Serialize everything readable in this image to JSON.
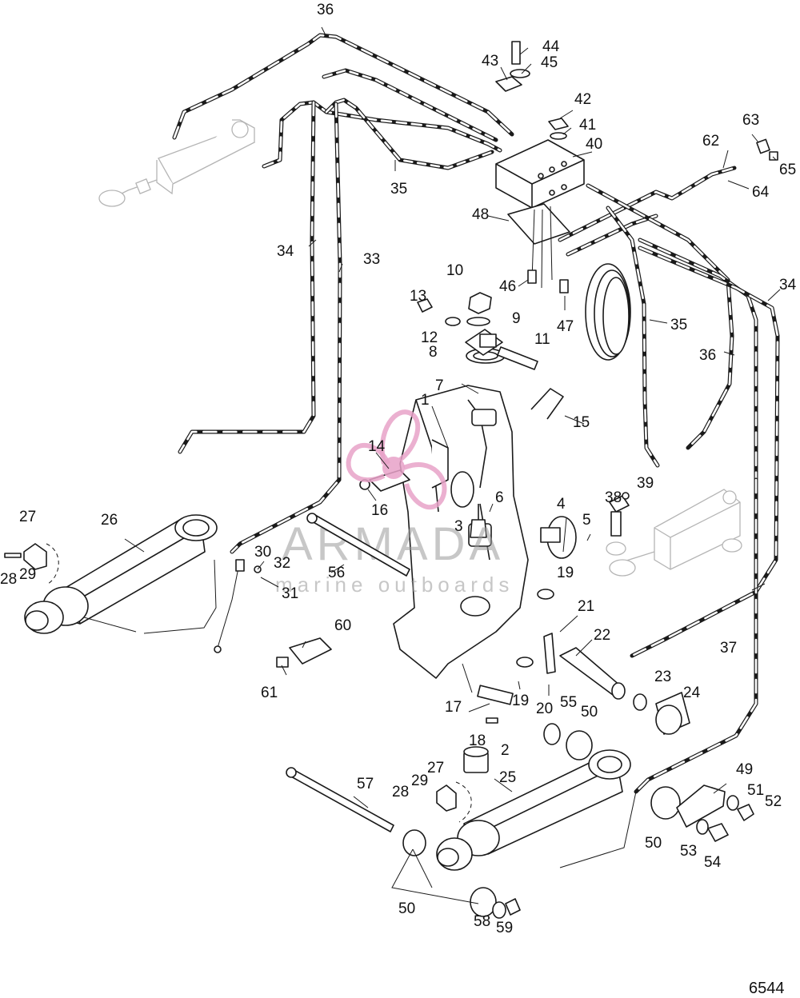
{
  "figure_number": "6544",
  "watermark": {
    "word": "ARMADA",
    "subtitle": "marine outboards",
    "accent_color": "#e8a2c8",
    "text_color": "#9a9a9a"
  },
  "callouts": [
    {
      "id": "c1",
      "label": "1"
    },
    {
      "id": "c2",
      "label": "2"
    },
    {
      "id": "c3",
      "label": "3"
    },
    {
      "id": "c4",
      "label": "4"
    },
    {
      "id": "c5",
      "label": "5"
    },
    {
      "id": "c6",
      "label": "6"
    },
    {
      "id": "c7",
      "label": "7"
    },
    {
      "id": "c8",
      "label": "8"
    },
    {
      "id": "c9",
      "label": "9"
    },
    {
      "id": "c10",
      "label": "10"
    },
    {
      "id": "c11",
      "label": "11"
    },
    {
      "id": "c12",
      "label": "12"
    },
    {
      "id": "c13",
      "label": "13"
    },
    {
      "id": "c14",
      "label": "14"
    },
    {
      "id": "c15",
      "label": "15"
    },
    {
      "id": "c16",
      "label": "16"
    },
    {
      "id": "c17",
      "label": "17"
    },
    {
      "id": "c18",
      "label": "18"
    },
    {
      "id": "c19a",
      "label": "19"
    },
    {
      "id": "c19b",
      "label": "19"
    },
    {
      "id": "c20",
      "label": "20"
    },
    {
      "id": "c21",
      "label": "21"
    },
    {
      "id": "c22",
      "label": "22"
    },
    {
      "id": "c23",
      "label": "23"
    },
    {
      "id": "c24",
      "label": "24"
    },
    {
      "id": "c25",
      "label": "25"
    },
    {
      "id": "c26",
      "label": "26"
    },
    {
      "id": "c27a",
      "label": "27"
    },
    {
      "id": "c27b",
      "label": "27"
    },
    {
      "id": "c28a",
      "label": "28"
    },
    {
      "id": "c28b",
      "label": "28"
    },
    {
      "id": "c29a",
      "label": "29"
    },
    {
      "id": "c29b",
      "label": "29"
    },
    {
      "id": "c30",
      "label": "30"
    },
    {
      "id": "c31",
      "label": "31"
    },
    {
      "id": "c32",
      "label": "32"
    },
    {
      "id": "c33",
      "label": "33"
    },
    {
      "id": "c34a",
      "label": "34"
    },
    {
      "id": "c34b",
      "label": "34"
    },
    {
      "id": "c35a",
      "label": "35"
    },
    {
      "id": "c35b",
      "label": "35"
    },
    {
      "id": "c36a",
      "label": "36"
    },
    {
      "id": "c36b",
      "label": "36"
    },
    {
      "id": "c37",
      "label": "37"
    },
    {
      "id": "c38",
      "label": "38"
    },
    {
      "id": "c39",
      "label": "39"
    },
    {
      "id": "c40",
      "label": "40"
    },
    {
      "id": "c41",
      "label": "41"
    },
    {
      "id": "c42",
      "label": "42"
    },
    {
      "id": "c43",
      "label": "43"
    },
    {
      "id": "c44",
      "label": "44"
    },
    {
      "id": "c45",
      "label": "45"
    },
    {
      "id": "c46",
      "label": "46"
    },
    {
      "id": "c47",
      "label": "47"
    },
    {
      "id": "c48",
      "label": "48"
    },
    {
      "id": "c49",
      "label": "49"
    },
    {
      "id": "c50a",
      "label": "50"
    },
    {
      "id": "c50b",
      "label": "50"
    },
    {
      "id": "c50c",
      "label": "50"
    },
    {
      "id": "c51",
      "label": "51"
    },
    {
      "id": "c52",
      "label": "52"
    },
    {
      "id": "c53",
      "label": "53"
    },
    {
      "id": "c54",
      "label": "54"
    },
    {
      "id": "c55",
      "label": "55"
    },
    {
      "id": "c56",
      "label": "56"
    },
    {
      "id": "c57",
      "label": "57"
    },
    {
      "id": "c58",
      "label": "58"
    },
    {
      "id": "c59",
      "label": "59"
    },
    {
      "id": "c60",
      "label": "60"
    },
    {
      "id": "c61",
      "label": "61"
    },
    {
      "id": "c62",
      "label": "62"
    },
    {
      "id": "c63",
      "label": "63"
    },
    {
      "id": "c64",
      "label": "64"
    },
    {
      "id": "c65",
      "label": "65"
    }
  ]
}
